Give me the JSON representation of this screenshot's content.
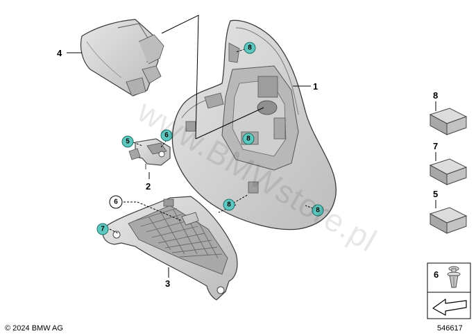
{
  "watermark": "www.BMWstore.pl",
  "copyright": "© 2024 BMW AG",
  "diagram_id": "546617",
  "parts": {
    "p1": "1",
    "p2": "2",
    "p3": "3",
    "p4": "4",
    "p6": "6"
  },
  "badges": {
    "b5": "5",
    "b6": "6",
    "b7": "7",
    "b8a": "8",
    "b8b": "8",
    "b8c": "8",
    "b8d": "8"
  },
  "legend": {
    "item8": "8",
    "item7": "7",
    "item5": "5",
    "item6": "6"
  },
  "colors": {
    "badge_fill": "#5ec8c0",
    "part_fill": "#d9d9d9",
    "part_dark": "#a6a6a6",
    "outline": "#3a3a3a"
  }
}
